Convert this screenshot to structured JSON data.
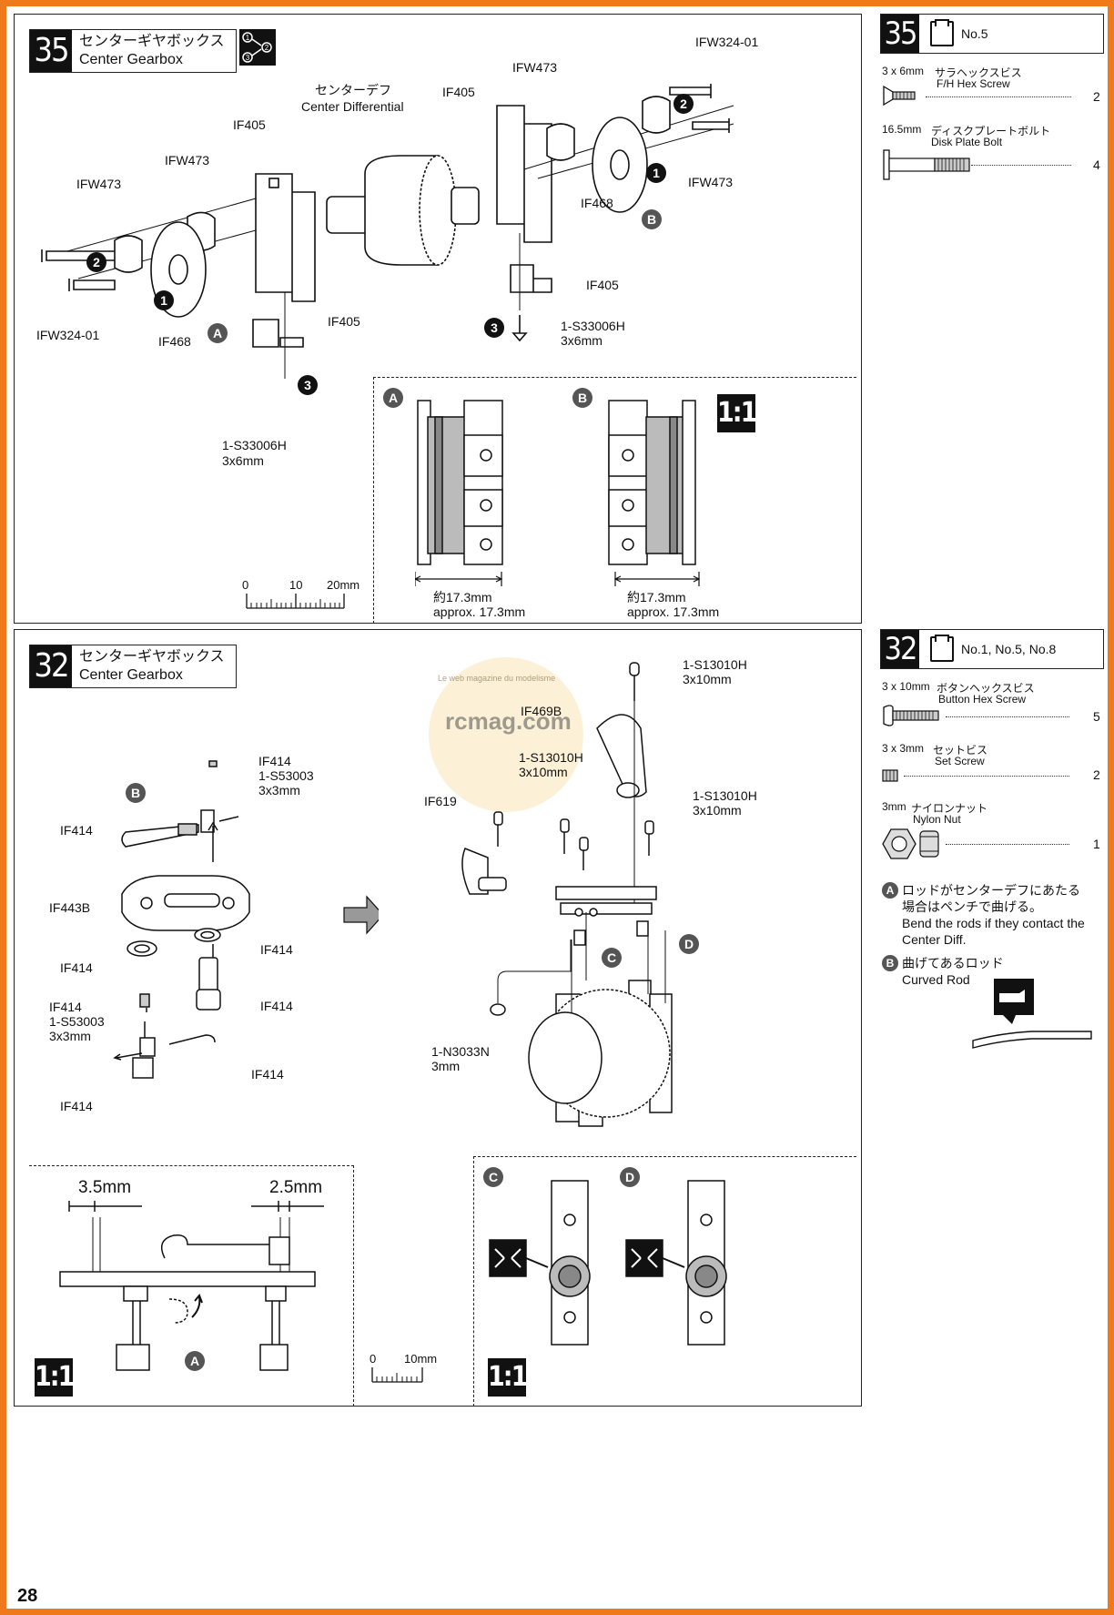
{
  "page_number": "28",
  "step35": {
    "num": "35",
    "title_jp": "センターギヤボックス",
    "title_en": "Center Gearbox",
    "order_icon": "order-icon",
    "labels": {
      "ifw324_top": "IFW324-01",
      "ifw473_top": "IFW473",
      "if405_top": "IF405",
      "cdiff_jp": "センターデフ",
      "cdiff_en": "Center Differential",
      "if405_left": "IF405",
      "ifw473_left2": "IFW473",
      "ifw473_left": "IFW473",
      "ifw324_left": "IFW324-01",
      "if468_left": "IF468",
      "if405_lower_left": "IF405",
      "screw_left": "1-S33006H",
      "screw_left_size": "3x6mm",
      "if468_right": "IF468",
      "ifw473_right": "IFW473",
      "if405_lower_right": "IF405",
      "screw_right": "1-S33006H",
      "screw_right_size": "3x6mm"
    },
    "bullets": {
      "b1": "1",
      "b2": "2",
      "b3": "3",
      "a": "A",
      "b": "B"
    },
    "scale": {
      "t0": "0",
      "t1": "10",
      "t2": "20mm"
    },
    "detail": {
      "scale_badge": "1:1",
      "a_label": "A",
      "b_label": "B",
      "a_dim_jp": "約17.3mm",
      "a_dim_en": "approx. 17.3mm",
      "b_dim_jp": "約17.3mm",
      "b_dim_en": "approx. 17.3mm"
    },
    "parts_box": {
      "num": "35",
      "bag": "No.5",
      "items": [
        {
          "size": "3 x 6mm",
          "jp": "サラヘックスビス",
          "en": "F/H Hex Screw",
          "qty": "2"
        },
        {
          "size": "16.5mm",
          "jp": "ディスクプレートボルト",
          "en": "Disk Plate Bolt",
          "qty": "4"
        }
      ]
    }
  },
  "step32": {
    "num": "32",
    "title_jp": "センターギヤボックス",
    "title_en": "Center Gearbox",
    "labels": {
      "if414_a": "IF414",
      "s53003_a": "1-S53003",
      "s53003_a_size": "3x3mm",
      "if414_b": "IF414",
      "if443b": "IF443B",
      "if414_c": "IF414",
      "if414_d": "IF414",
      "if414_e": "IF414",
      "if414_f": "IF414",
      "s53003_b": "1-S53003",
      "s53003_b_size": "3x3mm",
      "if414_g": "IF414",
      "if414_h": "IF414",
      "s13010h_a": "1-S13010H",
      "s13010h_a_size": "3x10mm",
      "if469b": "IF469B",
      "s13010h_b": "1-S13010H",
      "s13010h_b_size": "3x10mm",
      "s13010h_c": "1-S13010H",
      "s13010h_c_size": "3x10mm",
      "if619": "IF619",
      "n3033n": "1-N3033N",
      "n3033n_size": "3mm"
    },
    "bullets": {
      "a": "A",
      "b": "B",
      "c": "C",
      "d": "D"
    },
    "watermark": "rcmag.com",
    "watermark_sub": "Le web magazine du modelisme",
    "rod_detail": {
      "dim1": "3.5mm",
      "dim2": "2.5mm",
      "scale_badge": "1:1",
      "a_label": "A"
    },
    "scale": {
      "t0": "0",
      "t1": "10mm"
    },
    "cd_detail": {
      "scale_badge": "1:1",
      "c_label": "C",
      "d_label": "D"
    },
    "parts_box": {
      "num": "32",
      "bag": "No.1, No.5, No.8",
      "items": [
        {
          "size": "3 x 10mm",
          "jp": "ボタンヘックスビス",
          "en": "Button Hex Screw",
          "qty": "5"
        },
        {
          "size": "3 x 3mm",
          "jp": "セットビス",
          "en": "Set Screw",
          "qty": "2"
        },
        {
          "size": "3mm",
          "jp": "ナイロンナット",
          "en": "Nylon Nut",
          "qty": "1"
        }
      ]
    },
    "notes": {
      "a_marker": "A",
      "a_jp1": "ロッドがセンターデフにあたる",
      "a_jp2": "場合はペンチで曲げる。",
      "a_en1": "Bend the rods if they contact the",
      "a_en2": "Center Diff.",
      "b_marker": "B",
      "b_jp": "曲げてあるロッド",
      "b_en": "Curved Rod"
    }
  }
}
